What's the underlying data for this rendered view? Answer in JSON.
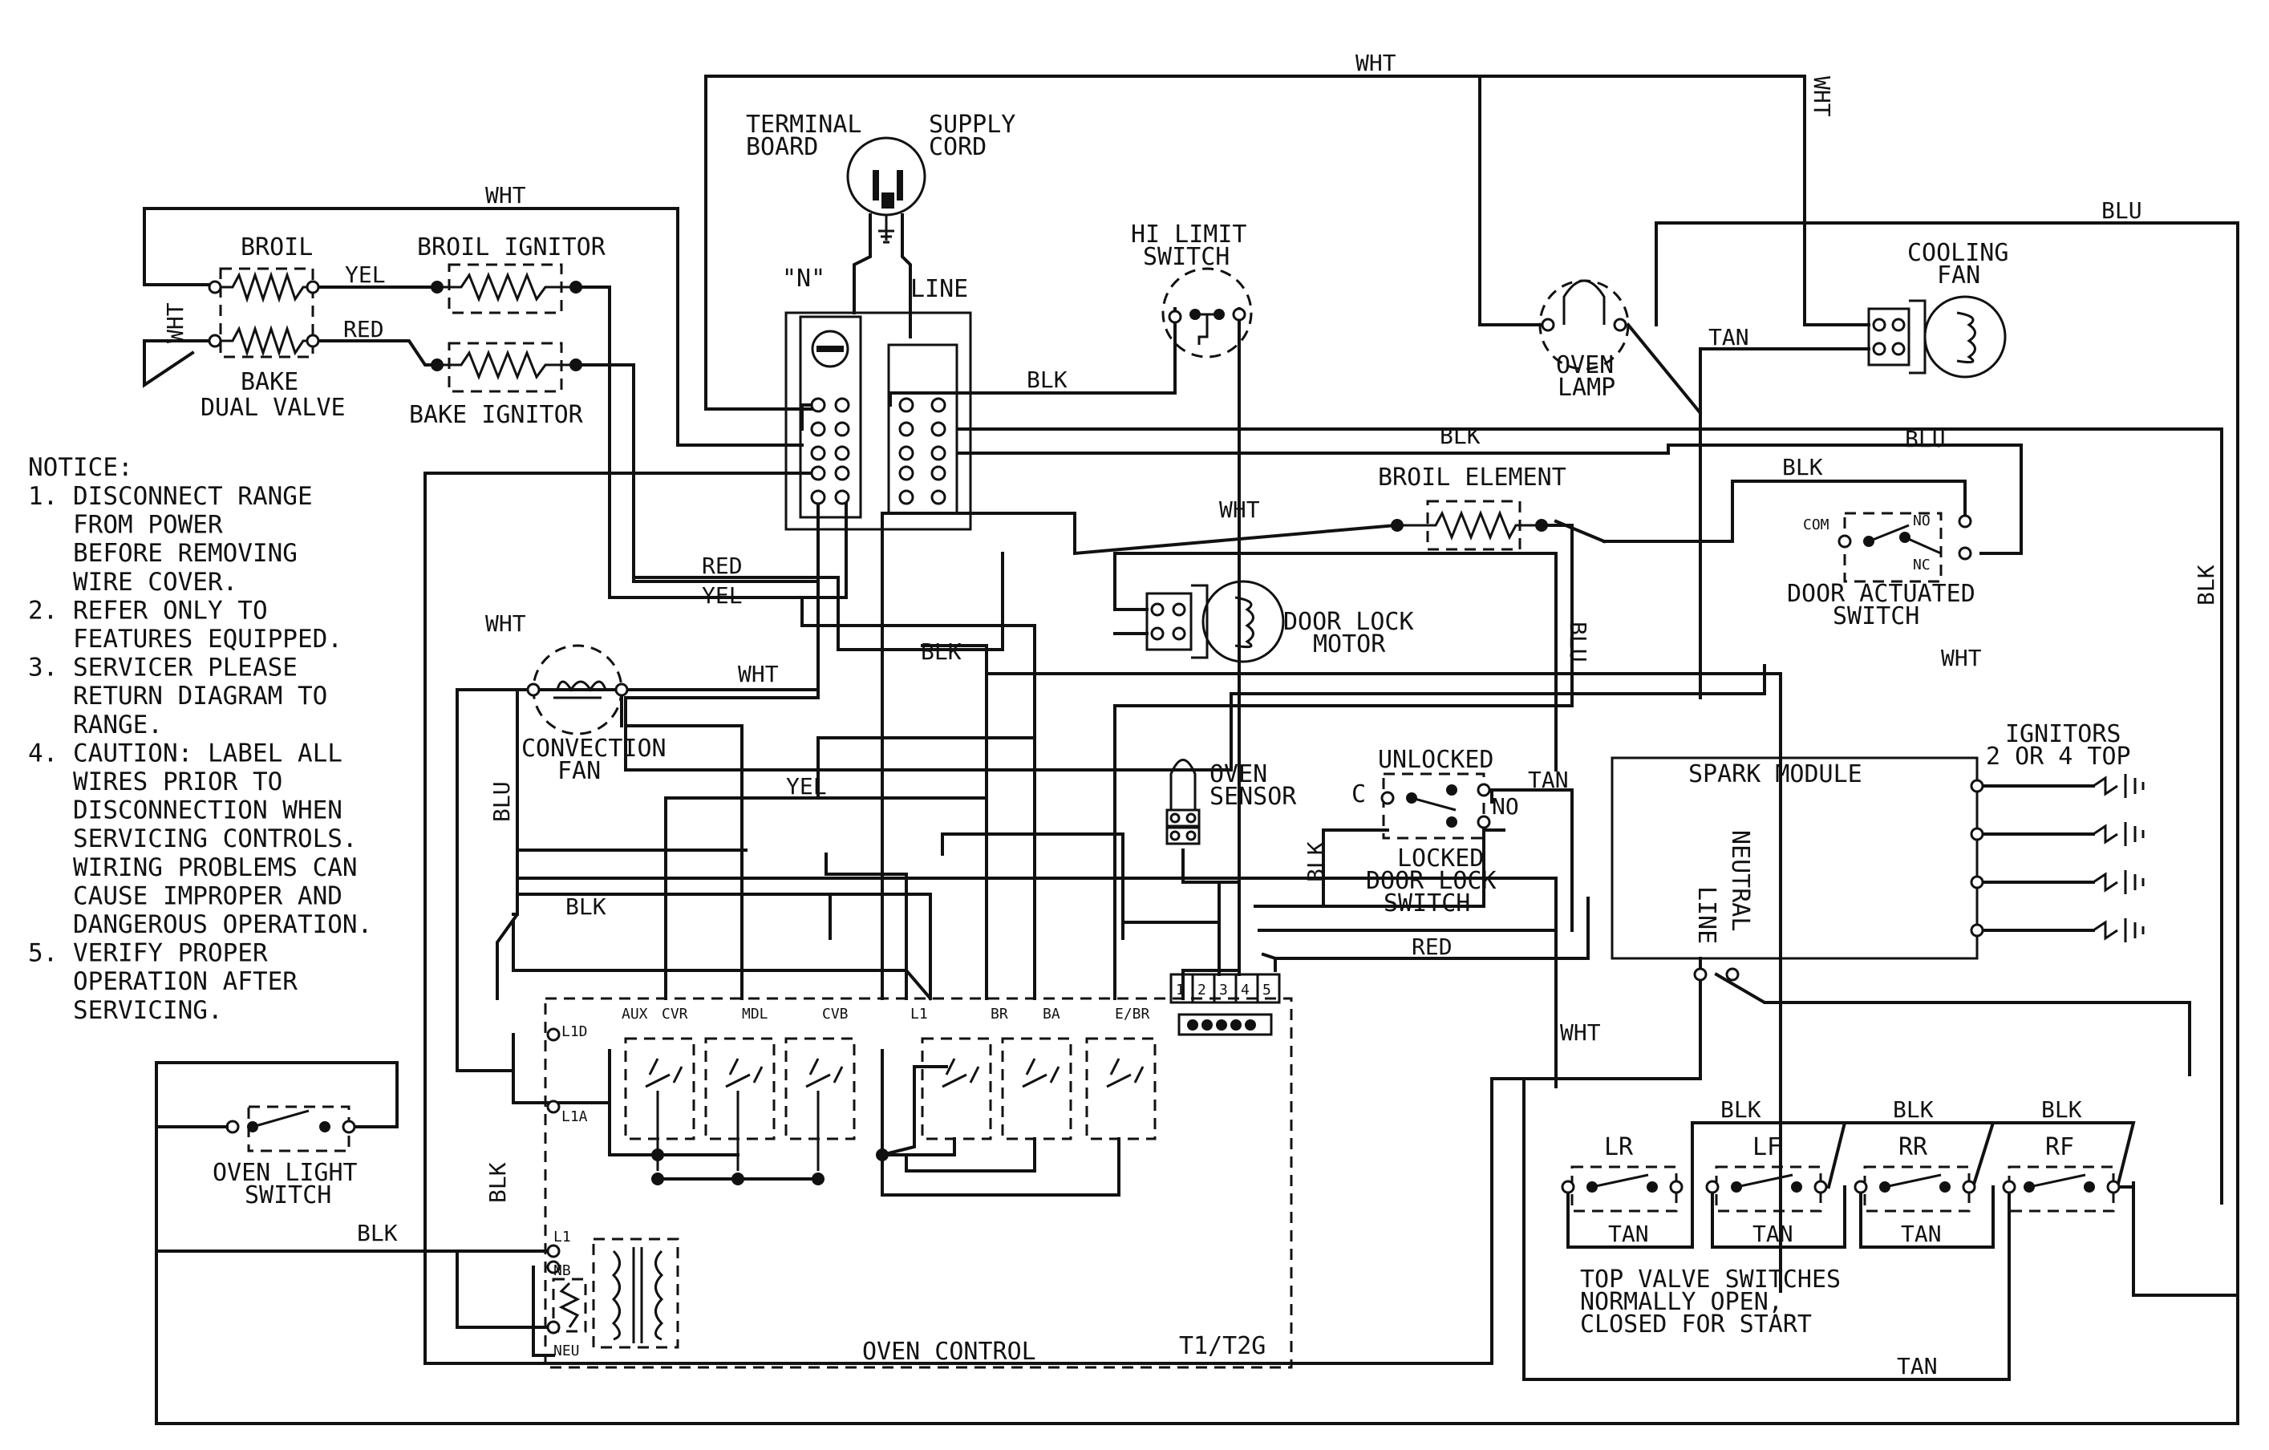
{
  "components": {
    "broil": "BROIL",
    "bake": "BAKE",
    "dual_valve": "DUAL VALVE",
    "broil_ignitor": "BROIL IGNITOR",
    "bake_ignitor": "BAKE IGNITOR",
    "terminal_board_1": "TERMINAL",
    "terminal_board_2": "BOARD",
    "supply_cord_1": "SUPPLY",
    "supply_cord_2": "CORD",
    "neutral_n": "\"N\"",
    "line": "LINE",
    "hi_limit_1": "HI LIMIT",
    "hi_limit_2": "SWITCH",
    "oven_lamp_1": "OVEN",
    "oven_lamp_2": "LAMP",
    "cooling_fan_1": "COOLING",
    "cooling_fan_2": "FAN",
    "broil_element": "BROIL ELEMENT",
    "door_lock_motor_1": "DOOR LOCK",
    "door_lock_motor_2": "MOTOR",
    "door_switch_1": "DOOR ACTUATED",
    "door_switch_2": "SWITCH",
    "com": "COM",
    "no": "NO",
    "nc": "NC",
    "convection_fan_1": "CONVECTION",
    "convection_fan_2": "FAN",
    "oven_sensor_1": "OVEN",
    "oven_sensor_2": "SENSOR",
    "unlocked": "UNLOCKED",
    "locked_switch_1": "LOCKED",
    "locked_switch_2": "DOOR LOCK",
    "locked_switch_3": "SWITCH",
    "c": "C",
    "no_contact": "NO",
    "spark_module": "SPARK MODULE",
    "neutral": "NEUTRAL",
    "line_vertical": "LINE",
    "ignitors_1": "IGNITORS",
    "ignitors_2": "2 OR 4 TOP",
    "oven_light_1": "OVEN LIGHT",
    "oven_light_2": "SWITCH",
    "oven_control": "OVEN CONTROL",
    "t1t2g": "T1/T2G",
    "lr": "LR",
    "lf": "LF",
    "rr": "RR",
    "rf": "RF",
    "top_valve_1": "TOP VALVE SWITCHES",
    "top_valve_2": "NORMALLY OPEN,",
    "top_valve_3": "CLOSED FOR START"
  },
  "control_terminals": {
    "aux": "AUX",
    "cvr": "CVR",
    "mdl": "MDL",
    "cvb": "CVB",
    "l1": "L1",
    "br": "BR",
    "ba": "BA",
    "ebr": "E/BR",
    "l1d": "L1D",
    "l1a": "L1A",
    "l1_lower": "L1",
    "nb": "NB",
    "neu": "NEU",
    "pins": [
      "1",
      "2",
      "3",
      "4",
      "5"
    ]
  },
  "wire_labels": {
    "wht_top": "WHT",
    "wht_right_vertical": "WHT",
    "wht_broil_loop": "WHT",
    "wht_dual_valve": "WHT",
    "blu_top_right": "BLU",
    "yel_broil": "YEL",
    "red_bake": "RED",
    "blk_hi_limit": "BLK",
    "tan_cooling": "TAN",
    "blk_main": "BLK",
    "blu_main": "BLU",
    "blk_door_switch": "BLK",
    "wht_broil_element": "WHT",
    "red_mid": "RED",
    "yel_mid": "YEL",
    "wht_left": "WHT",
    "wht_conv": "WHT",
    "blk_mid": "BLK",
    "blu_vertical": "BLU",
    "blk_right_vertical": "BLK",
    "wht_spark": "WHT",
    "blu_left_vertical": "BLU",
    "yel_lower": "YEL",
    "blk_sensor_vertical": "BLK",
    "tan_unlocked": "TAN",
    "blk_lower": "BLK",
    "red_lower": "RED",
    "wht_lower": "WHT",
    "blk_left_vertical": "BLK",
    "blk_oven_light": "BLK",
    "blk_lf": "BLK",
    "blk_rr": "BLK",
    "blk_rf": "BLK",
    "tan_lr": "TAN",
    "tan_lf": "TAN",
    "tan_rr": "TAN",
    "tan_bottom": "TAN"
  },
  "notice": {
    "title": "NOTICE:",
    "lines": [
      "1. DISCONNECT RANGE",
      "   FROM POWER",
      "   BEFORE REMOVING",
      "   WIRE COVER.",
      "2. REFER ONLY TO",
      "   FEATURES EQUIPPED.",
      "3. SERVICER PLEASE",
      "   RETURN DIAGRAM TO",
      "   RANGE.",
      "4. CAUTION: LABEL ALL",
      "   WIRES PRIOR TO",
      "   DISCONNECTION WHEN",
      "   SERVICING CONTROLS.",
      "   WIRING PROBLEMS CAN",
      "   CAUSE IMPROPER AND",
      "   DANGEROUS OPERATION.",
      "5. VERIFY PROPER",
      "   OPERATION AFTER",
      "   SERVICING."
    ]
  }
}
